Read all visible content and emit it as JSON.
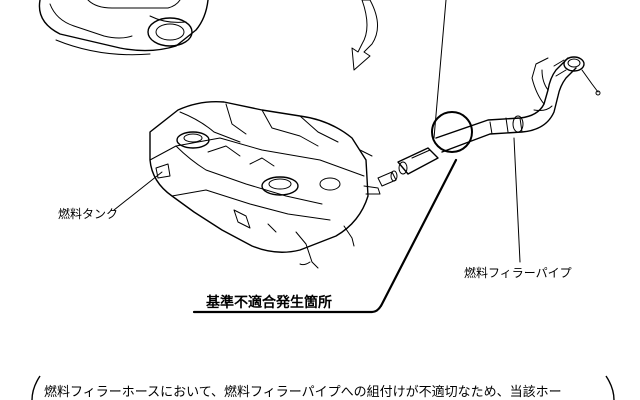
{
  "labels": {
    "fuel_tank": "燃料タンク",
    "filler_pipe": "燃料フィラーパイプ",
    "defect_location": "基準不適合発生箇所"
  },
  "caption": {
    "text": "燃料フィラーホースにおいて、燃料フィラーパイプへの組付けが不適切なため、当該ホー"
  },
  "icons": {
    "vehicle": "car-outline-icon",
    "move_arrow": "curved-arrow-icon",
    "tank": "fuel-tank-illustration",
    "pipe": "filler-pipe-illustration"
  }
}
